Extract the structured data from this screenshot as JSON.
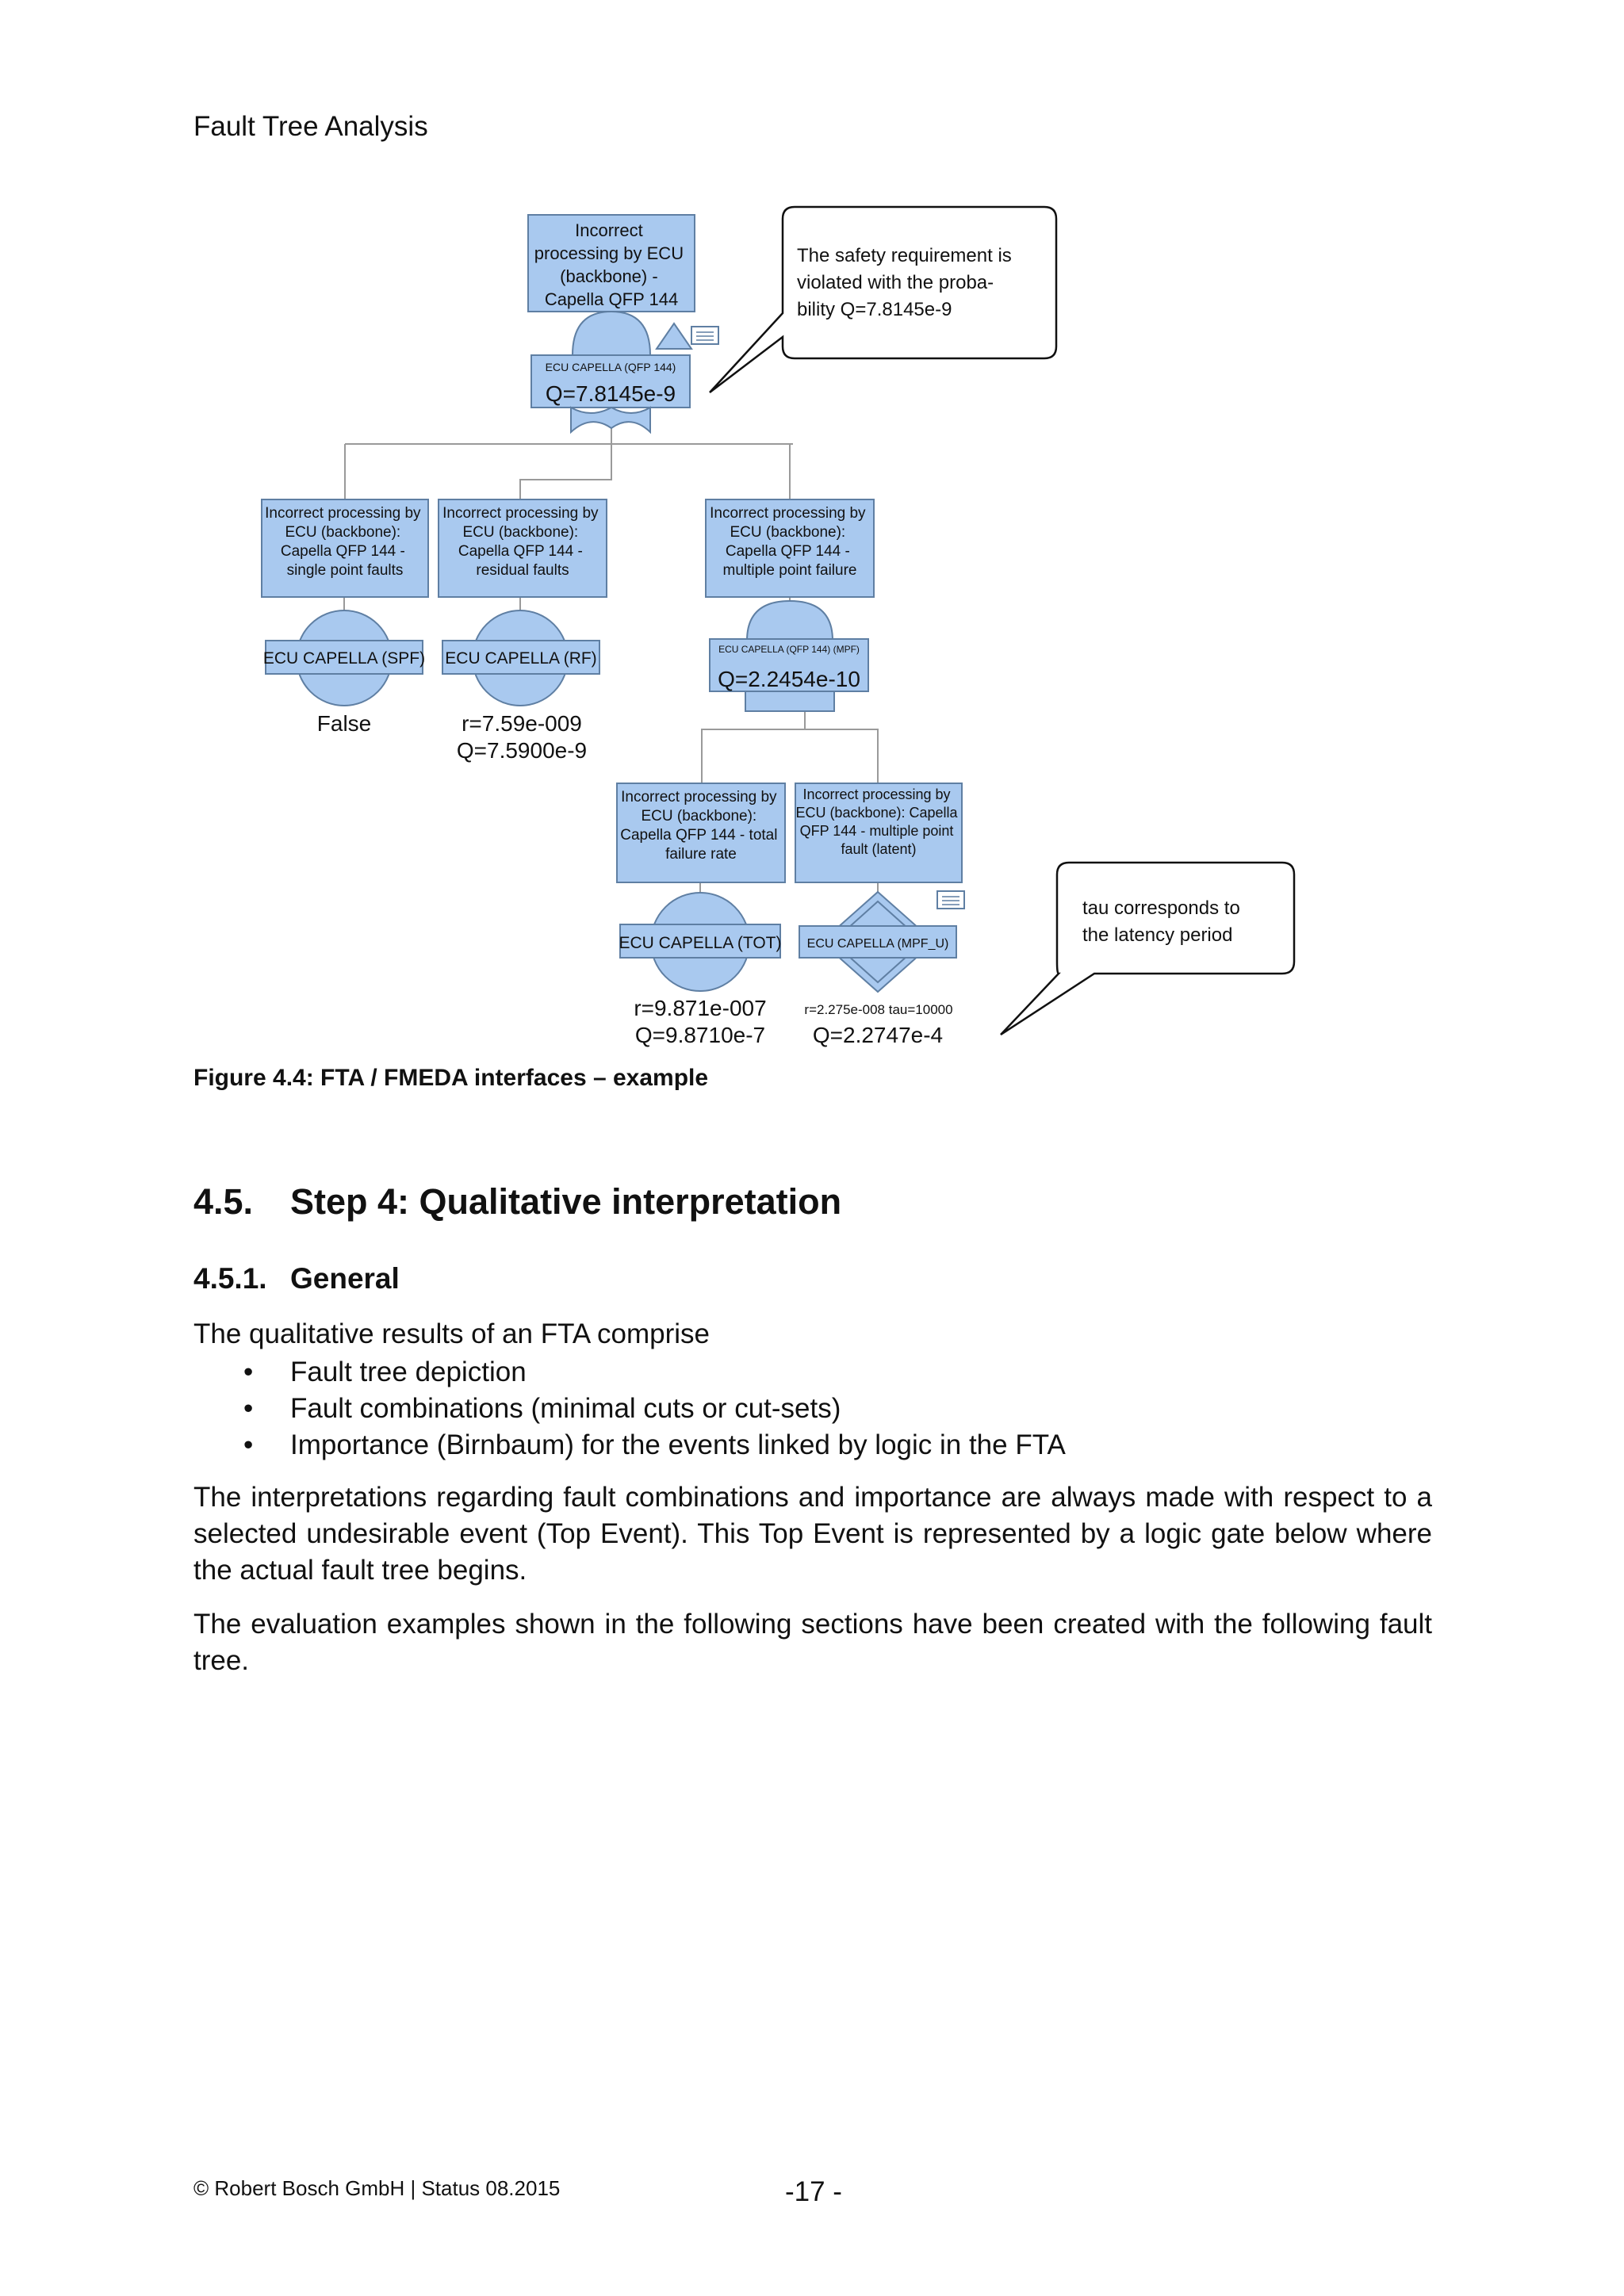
{
  "header": {
    "running_title": "Fault Tree Analysis"
  },
  "figure": {
    "top_event": {
      "description": [
        "Incorrect",
        "processing by  ECU",
        "(backbone) -",
        "Capella QFP 144"
      ],
      "gate_id": "ECU CAPELLA (QFP 144)",
      "probability": "Q=7.8145e-9"
    },
    "callout_top": [
      "The safety requirement is",
      "violated with the proba-",
      "bility Q=7.8145e-9"
    ],
    "spf": {
      "description": [
        "Incorrect processing by",
        "ECU (backbone):",
        "Capella QFP 144 -",
        "single point faults"
      ],
      "event_id": "ECU CAPELLA (SPF)",
      "value": "False"
    },
    "rf": {
      "description": [
        "Incorrect processing by",
        "ECU (backbone):",
        "Capella QFP 144 -",
        "residual faults"
      ],
      "event_id": "ECU CAPELLA (RF)",
      "rate": "r=7.59e-009",
      "probability": "Q=7.5900e-9"
    },
    "mpf": {
      "description": [
        "Incorrect processing by",
        "ECU (backbone):",
        "Capella QFP 144 -",
        "multiple point failure"
      ],
      "gate_id": "ECU CAPELLA (QFP 144) (MPF)",
      "probability": "Q=2.2454e-10"
    },
    "tot": {
      "description": [
        "Incorrect processing by",
        "ECU (backbone):",
        "Capella QFP 144 - total",
        "failure rate"
      ],
      "event_id": "ECU CAPELLA (TOT)",
      "rate": "r=9.871e-007",
      "probability": "Q=9.8710e-7"
    },
    "mpf_u": {
      "description": [
        "Incorrect processing by",
        "ECU (backbone): Capella",
        "QFP 144 - multiple point",
        "fault (latent)"
      ],
      "event_id": "ECU CAPELLA (MPF_U)",
      "rate": "r=2.275e-008 tau=10000",
      "probability": "Q=2.2747e-4"
    },
    "callout_tau": [
      "tau corresponds to",
      "the latency period"
    ],
    "caption": "Figure 4.4: FTA / FMEDA interfaces – example"
  },
  "section": {
    "number": "4.5.",
    "title": "Step 4: Qualitative interpretation"
  },
  "subsection": {
    "number": "4.5.1.",
    "title": "General"
  },
  "intro": "The qualitative results of an FTA comprise",
  "bullets": [
    "Fault tree depiction",
    "Fault combinations (minimal cuts or cut-sets)",
    "Importance (Birnbaum) for the events linked by logic in the FTA"
  ],
  "bullet_symbol": "•",
  "para1": "The interpretations regarding fault combinations and importance are always made with respect to a selected undesirable event (Top Event). This Top Event is represented by a logic gate below where the actual fault tree begins.",
  "para2": "The evaluation examples shown in the following sections have been created with the following fault tree.",
  "footer": {
    "copyright": "© Robert Bosch GmbH | Status 08.2015",
    "page": "-17 -"
  },
  "colors": {
    "box_fill": "#a9c9ef",
    "box_stroke": "#5f7fa3",
    "line": "#9a9a9a"
  }
}
